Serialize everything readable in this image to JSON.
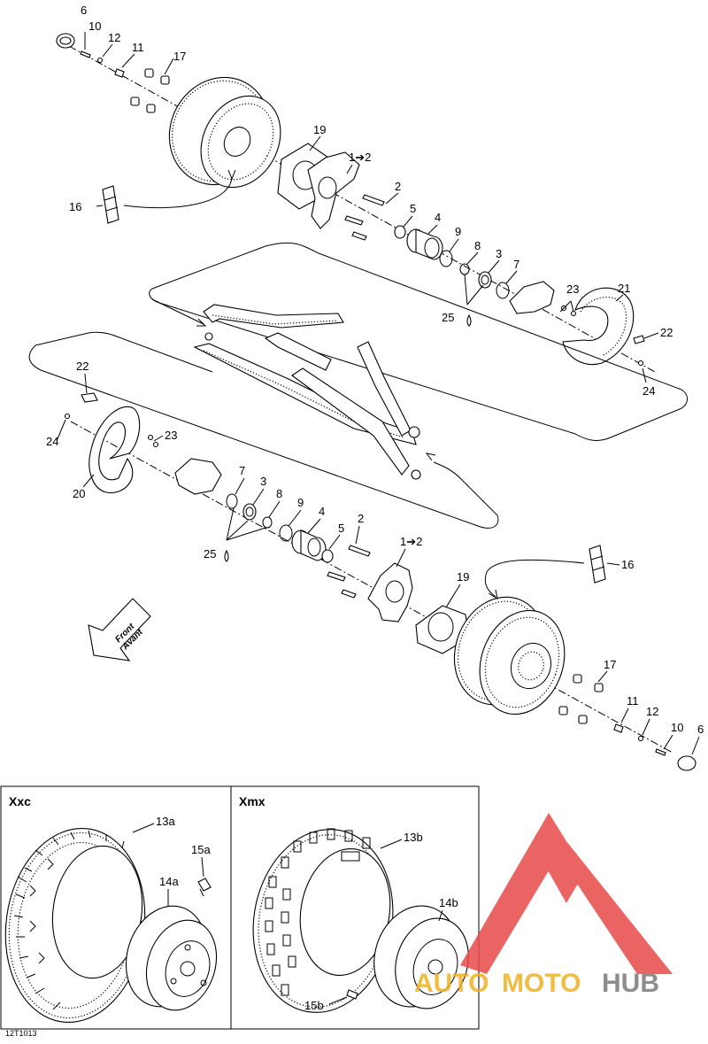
{
  "diagram": {
    "front_arrow": {
      "line1": "Front",
      "line2": "Avant"
    },
    "drawing_code": "12T1013",
    "labels_upper": {
      "p6": "6",
      "p10": "10",
      "p12": "12",
      "p11": "11",
      "p17": "17",
      "p19": "19",
      "p1to2": "1➔2",
      "p2": "2",
      "p16": "16",
      "p5": "5",
      "p4": "4",
      "p9": "9",
      "p8": "8",
      "p3": "3",
      "p7": "7",
      "p25": "25",
      "p23": "23",
      "p21": "21",
      "p22": "22",
      "p24": "24"
    },
    "labels_lower": {
      "p22": "22",
      "p24": "24",
      "p23": "23",
      "p20": "20",
      "p7": "7",
      "p3": "3",
      "p8": "8",
      "p9": "9",
      "p4": "4",
      "p2": "2",
      "p5": "5",
      "p25": "25",
      "p1to2": "1➔2",
      "p19": "19",
      "p16": "16",
      "p17": "17",
      "p11": "11",
      "p12": "12",
      "p10": "10",
      "p6": "6"
    },
    "variants": [
      {
        "name": "Xxc",
        "tire": "13a",
        "rim": "14a",
        "fastener": "15a"
      },
      {
        "name": "Xmx",
        "tire": "13b",
        "rim": "14b",
        "fastener": "15b"
      }
    ]
  },
  "watermark": {
    "part1": "AUTO",
    "part2": "MOTO",
    "part3": "HUB"
  },
  "colors": {
    "line": "#000000",
    "watermark_red": "#e84a4a",
    "watermark_gold": "#f0b020",
    "watermark_gray": "#7a7a7a"
  }
}
